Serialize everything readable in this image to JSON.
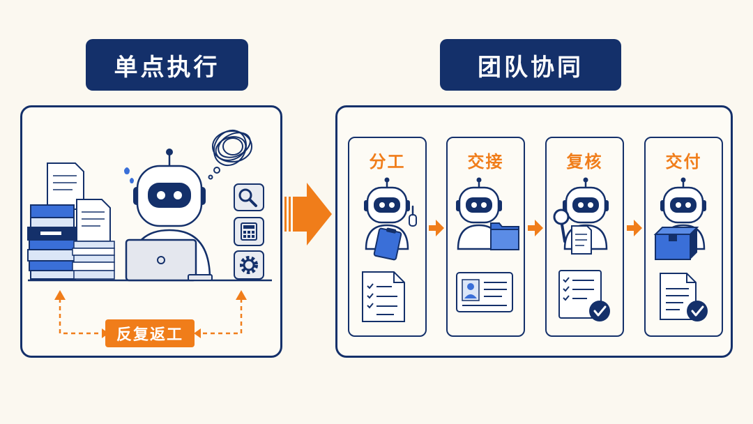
{
  "left_section": {
    "title": "单点执行",
    "rework_label": "反复返工",
    "tool_icons": [
      "search-icon",
      "calculator-icon",
      "gear-icon"
    ]
  },
  "right_section": {
    "title": "团队协同",
    "steps": [
      {
        "label": "分工",
        "prop": "clipboard",
        "doc_icon": "checklist-document-icon"
      },
      {
        "label": "交接",
        "prop": "folder",
        "doc_icon": "id-card-icon"
      },
      {
        "label": "复核",
        "prop": "magnifier",
        "doc_icon": "checklist-approved-icon"
      },
      {
        "label": "交付",
        "prop": "box",
        "doc_icon": "document-approved-icon"
      }
    ]
  },
  "colors": {
    "navy": "#14306a",
    "orange": "#f07d1a",
    "blue": "#3a6fd8",
    "background": "#fbf8f0"
  }
}
